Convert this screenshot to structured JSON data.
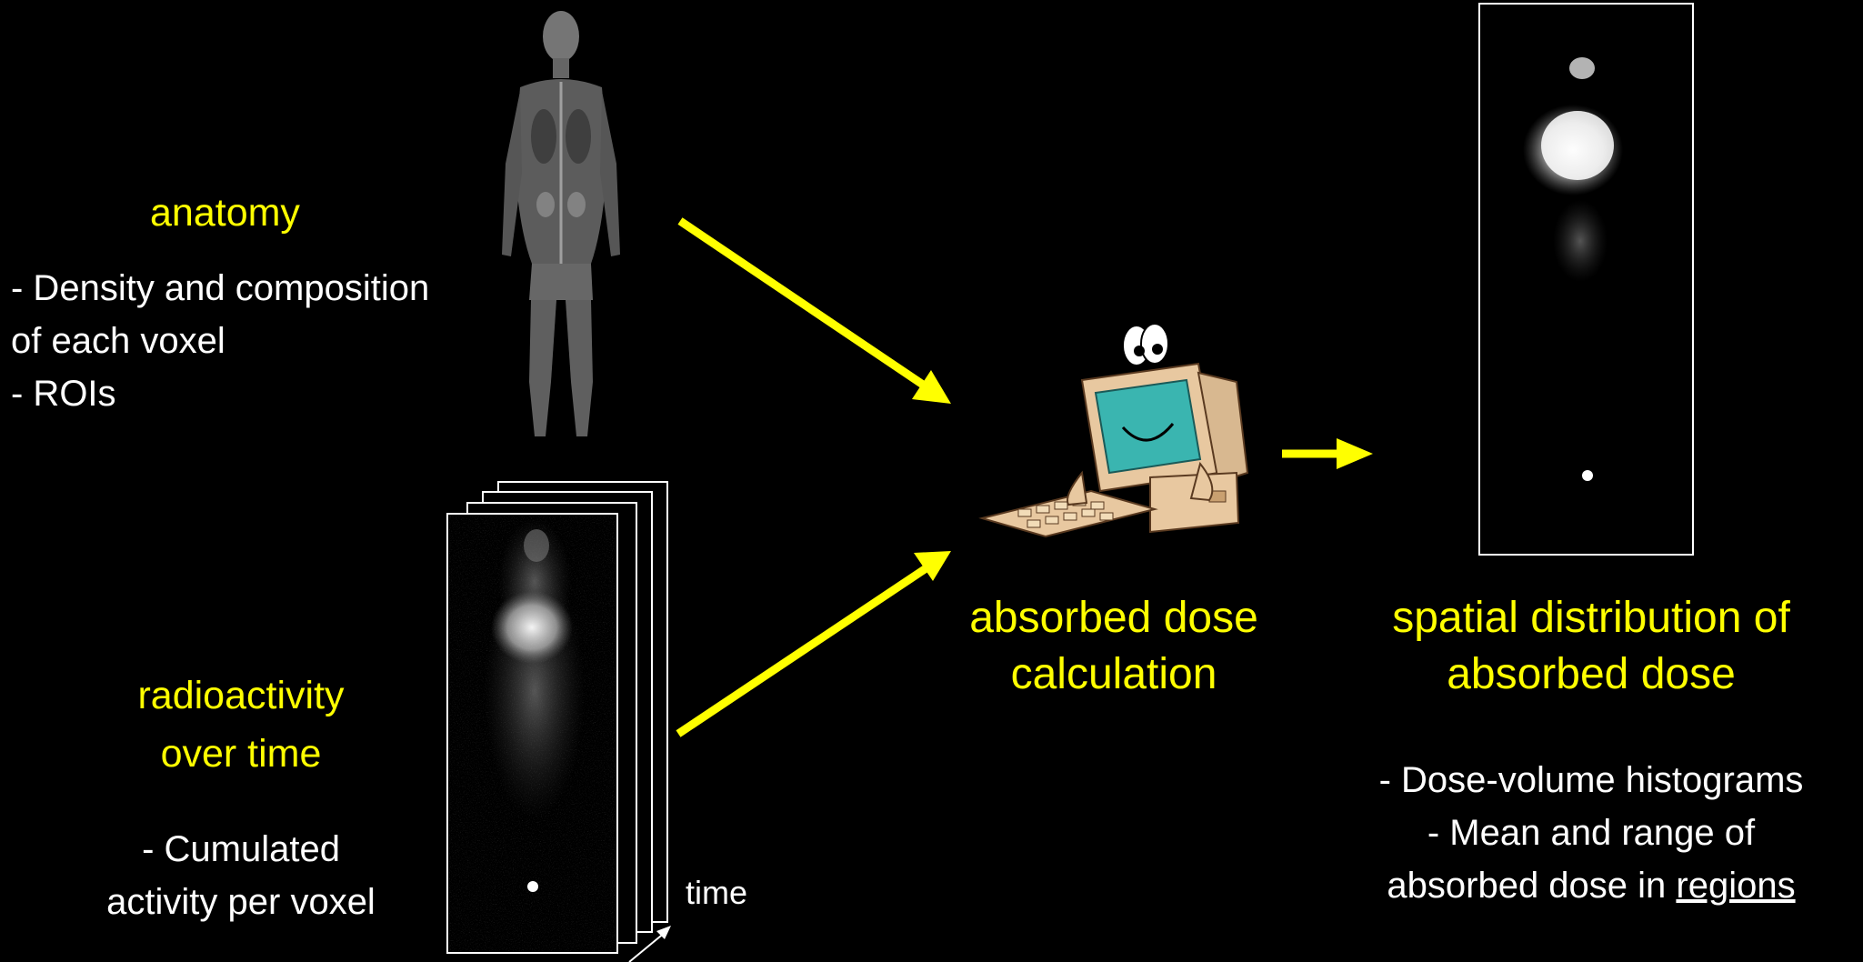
{
  "colors": {
    "background": "#000000",
    "heading": "#ffff00",
    "body_text": "#ffffff",
    "arrow": "#ffff00"
  },
  "anatomy": {
    "title": "anatomy",
    "line1": "- Density and composition",
    "line2": "of each voxel",
    "line3": "- ROIs"
  },
  "radioactivity": {
    "title_line1": "radioactivity",
    "title_line2": "over time",
    "desc_line1": "- Cumulated",
    "desc_line2": "activity per voxel",
    "time_label": "time"
  },
  "calculation": {
    "title_line1": "absorbed dose",
    "title_line2": "calculation"
  },
  "distribution": {
    "title_line1": "spatial distribution of",
    "title_line2": "absorbed dose",
    "bullet1": "- Dose-volume histograms",
    "bullet2": "- Mean and range of",
    "bullet3_prefix": "absorbed dose in ",
    "bullet3_underlined": "regions"
  },
  "icons": {
    "anatomy_image": "mri-body-scan-icon",
    "activity_stack": "spect-image-stack-icon",
    "computer": "cartoon-computer-icon",
    "dose_map": "dose-distribution-image-icon"
  }
}
